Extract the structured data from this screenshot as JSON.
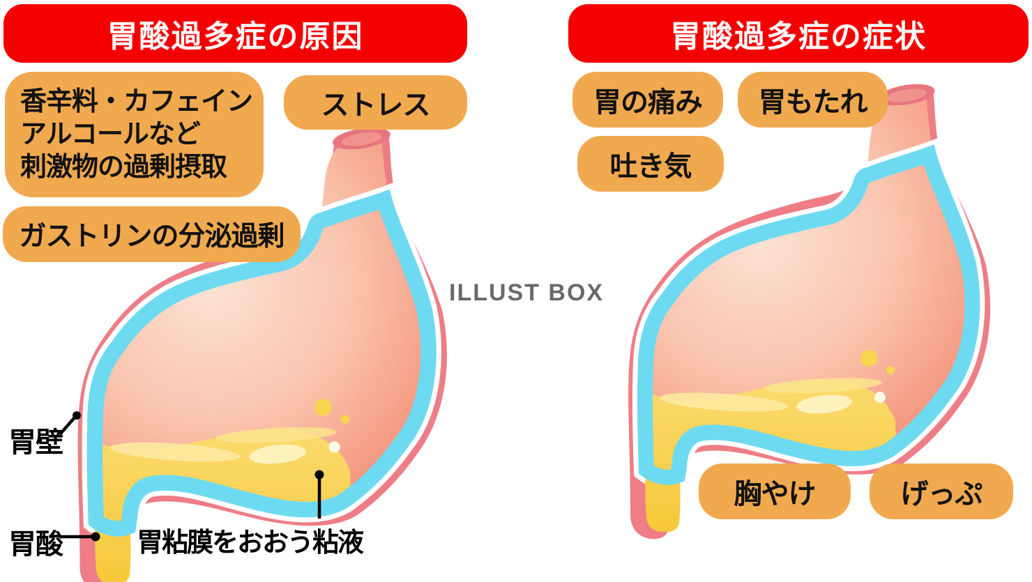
{
  "left_panel": {
    "header": "胃酸過多症の原因",
    "cause_multiline": [
      "香辛料・カフェイン",
      "アルコールなど",
      "刺激物の過剰摂取"
    ],
    "cause_stress": "ストレス",
    "cause_gastrin": "ガストリンの分泌過剰",
    "anatomy": {
      "wall": "胃壁",
      "acid": "胃酸",
      "mucus": "胃粘膜をおおう粘液"
    }
  },
  "right_panel": {
    "header": "胃酸過多症の症状",
    "symptoms": [
      "胃の痛み",
      "胃もたれ",
      "吐き気",
      "胸やけ",
      "げっぷ"
    ]
  },
  "watermark": "ILLUST BOX",
  "colors": {
    "banner_red": "#F50000",
    "label_orange": "#F1A94F",
    "stomach_wall_pink": "#EE7D86",
    "mucus_cyan": "#6EDAF2",
    "acid_yellow": "#F6C52F",
    "interior_peach": "#FAC5AE",
    "watermark_gray": "#696969"
  }
}
